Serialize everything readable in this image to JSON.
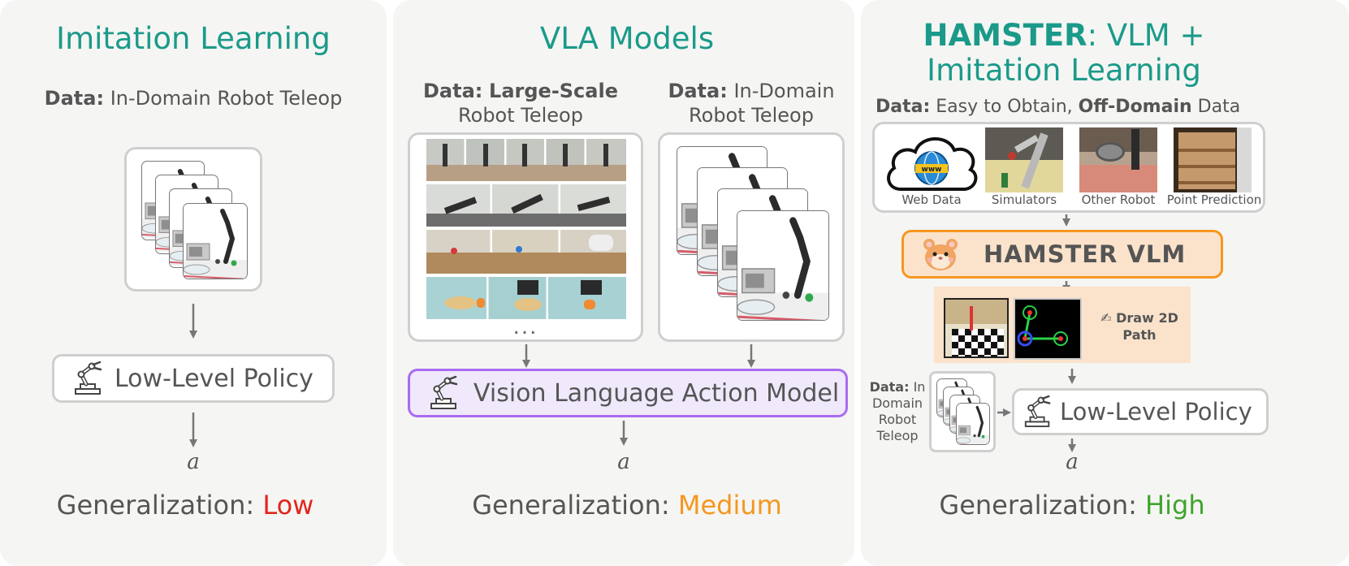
{
  "panels": {
    "imitation": {
      "title": "Imitation Learning",
      "data_label": "Data:",
      "data_text": "In-Domain Robot Teleop",
      "policy_label": "Low-Level Policy",
      "action": "a",
      "gen_label": "Generalization:",
      "gen_value": "Low",
      "gen_color": "#e0261e"
    },
    "vla": {
      "title": "VLA Models",
      "data_left_label": "Data:",
      "data_left_bold": "Large-Scale",
      "data_left_rest": "Robot Teleop",
      "data_right_label": "Data:",
      "data_right_line1": "In-Domain",
      "data_right_line2": "Robot Teleop",
      "ellipsis": "...",
      "model_label": "Vision Language Action Model",
      "model_border": "#a96cf0",
      "model_fill": "#f0e8fb",
      "action": "a",
      "gen_label": "Generalization:",
      "gen_value": "Medium",
      "gen_color": "#f5971f"
    },
    "hamster": {
      "title_bold": "HAMSTER",
      "title_rest": ": VLM +",
      "title_line2": "Imitation Learning",
      "data_label": "Data:",
      "data_mid": "Easy to Obtain,",
      "data_bold": "Off-Domain",
      "data_end": "Data",
      "sources": [
        {
          "label": "Web Data",
          "icon": "cloud-www-icon"
        },
        {
          "label": "Simulators",
          "icon": "simulator-image"
        },
        {
          "label": "Other Robot",
          "icon": "robot-image"
        },
        {
          "label": "Point Prediction",
          "icon": "shelf-image"
        }
      ],
      "www_text": "www",
      "vlm_label": "HAMSTER VLM",
      "vlm_border": "#f5971f",
      "vlm_fill": "#fbe3cb",
      "draw_icon": "✍",
      "draw_line1": "Draw 2D",
      "draw_line2": "Path",
      "side_data_label": "Data:",
      "side_data_line1": "In",
      "side_data_line2": "Domain",
      "side_data_line3": "Robot",
      "side_data_line4": "Teleop",
      "policy_label": "Low-Level Policy",
      "action": "a",
      "gen_label": "Generalization:",
      "gen_value": "High",
      "gen_color": "#3ea52c"
    }
  }
}
